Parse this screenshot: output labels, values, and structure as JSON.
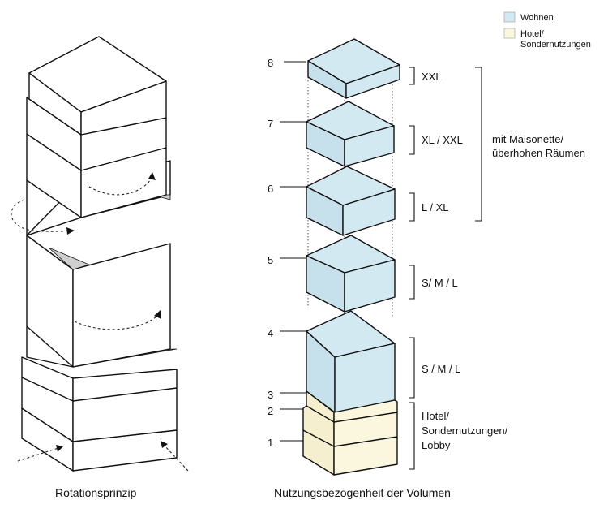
{
  "left": {
    "caption": "Rotationsprinzip"
  },
  "right": {
    "caption": "Nutzungsbezogenheit der Volumen",
    "level_numbers": [
      "8",
      "7",
      "6",
      "5",
      "4",
      "3",
      "2",
      "1"
    ],
    "unit_labels": [
      "XXL",
      "XL / XXL",
      "L / XL",
      "S/ M / L",
      "S / M / L"
    ],
    "group_label_line1": "mit Maisonette/",
    "group_label_line2": "überhohen Räumen",
    "podium_label_line1": "Hotel/",
    "podium_label_line2": "Sondernutzungen/",
    "podium_label_line3": "Lobby"
  },
  "legend": {
    "items": [
      {
        "label_line1": "Wohnen",
        "label_line2": "",
        "color": "#d3e9f2"
      },
      {
        "label_line1": "Hotel/",
        "label_line2": "Sondernutzungen",
        "color": "#fbf7df"
      }
    ]
  },
  "colors": {
    "wohnen": "#d3e9f2",
    "hotel": "#fbf7df",
    "line": "#111111"
  }
}
